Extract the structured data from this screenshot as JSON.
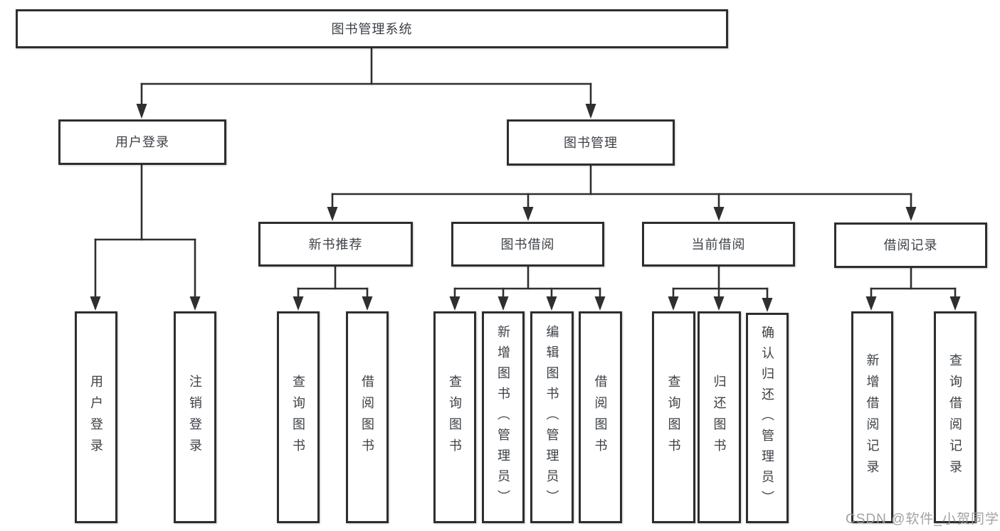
{
  "diagram": {
    "watermark": "CSDN @软件_小贺同学",
    "colors": {
      "background": "#ffffff",
      "box_border": "#2e2e2e",
      "connector_line": "#2f2f2f",
      "text": "#3c4046",
      "watermark_text": "#9b9b9b"
    },
    "nodes": {
      "root": {
        "label": "图书管理系统"
      },
      "user_login": {
        "label": "用户登录"
      },
      "book_mgmt": {
        "label": "图书管理"
      },
      "new_book_rec": {
        "label": "新书推荐"
      },
      "book_borrow": {
        "label": "图书借阅"
      },
      "current_borrow": {
        "label": "当前借阅"
      },
      "borrow_records": {
        "label": "借阅记录"
      },
      "leaf_user_login": {
        "label": "用户登录"
      },
      "leaf_logout": {
        "label": "注销登录"
      },
      "leaf_nbr_query_book": {
        "label": "查询图书"
      },
      "leaf_nbr_borrow_book": {
        "label": "借阅图书"
      },
      "leaf_bb_query_book": {
        "label": "查询图书"
      },
      "leaf_bb_add_book": {
        "label": "新增图书（管理员）"
      },
      "leaf_bb_edit_book": {
        "label": "编辑图书（管理员）"
      },
      "leaf_bb_borrow_book": {
        "label": "借阅图书"
      },
      "leaf_cb_query_book": {
        "label": "查询图书"
      },
      "leaf_cb_return_book": {
        "label": "归还图书"
      },
      "leaf_cb_confirm_return": {
        "label": "确认归还（管理员）"
      },
      "leaf_br_add_record": {
        "label": "新增借阅记录"
      },
      "leaf_br_query_record": {
        "label": "查询借阅记录"
      }
    }
  }
}
